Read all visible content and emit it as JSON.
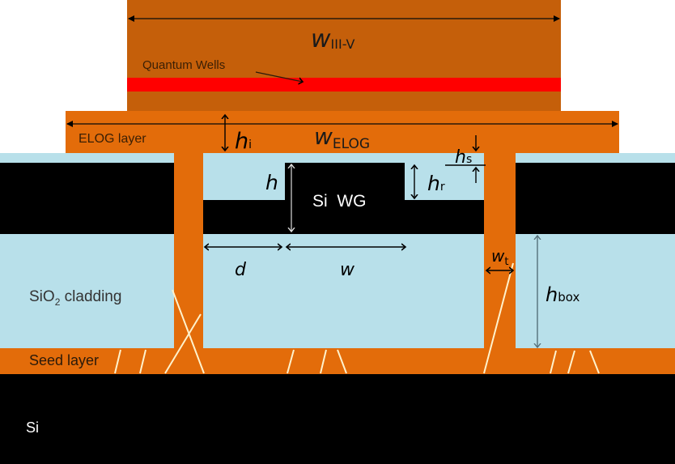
{
  "diagram": {
    "title": "",
    "colors": {
      "iii_v": "#c55f0a",
      "elog": "#e36c0a",
      "quantum_wells": "#ff0000",
      "sio2": "#b8e0ea",
      "si": "#000000",
      "arrow": "#000000",
      "defects": "#fff2cc"
    },
    "labels": {
      "quantum_wells": "Quantum Wells",
      "elog_layer": "ELOG layer",
      "sio2_prefix": "SiO",
      "sio2_sub": "2",
      "sio2_suffix": " cladding",
      "seed_layer": "Seed layer",
      "si_substrate": "Si",
      "si_wg": "Si  WG"
    },
    "dimensions": {
      "w_iii_v": {
        "main": "w",
        "sub": "III-V"
      },
      "w_elog": {
        "main": "w",
        "sub": "ELOG"
      },
      "h_i": {
        "main": "h",
        "sub": "i"
      },
      "h_s": {
        "main": "h",
        "sub": "s"
      },
      "h": {
        "main": "h",
        "sub": ""
      },
      "h_r": {
        "main": "h",
        "sub": "r"
      },
      "d": {
        "main": "d",
        "sub": ""
      },
      "w": {
        "main": "w",
        "sub": ""
      },
      "w_t": {
        "main": "w",
        "sub": "t"
      },
      "h_box": {
        "main": "h",
        "sub": "box"
      }
    }
  }
}
